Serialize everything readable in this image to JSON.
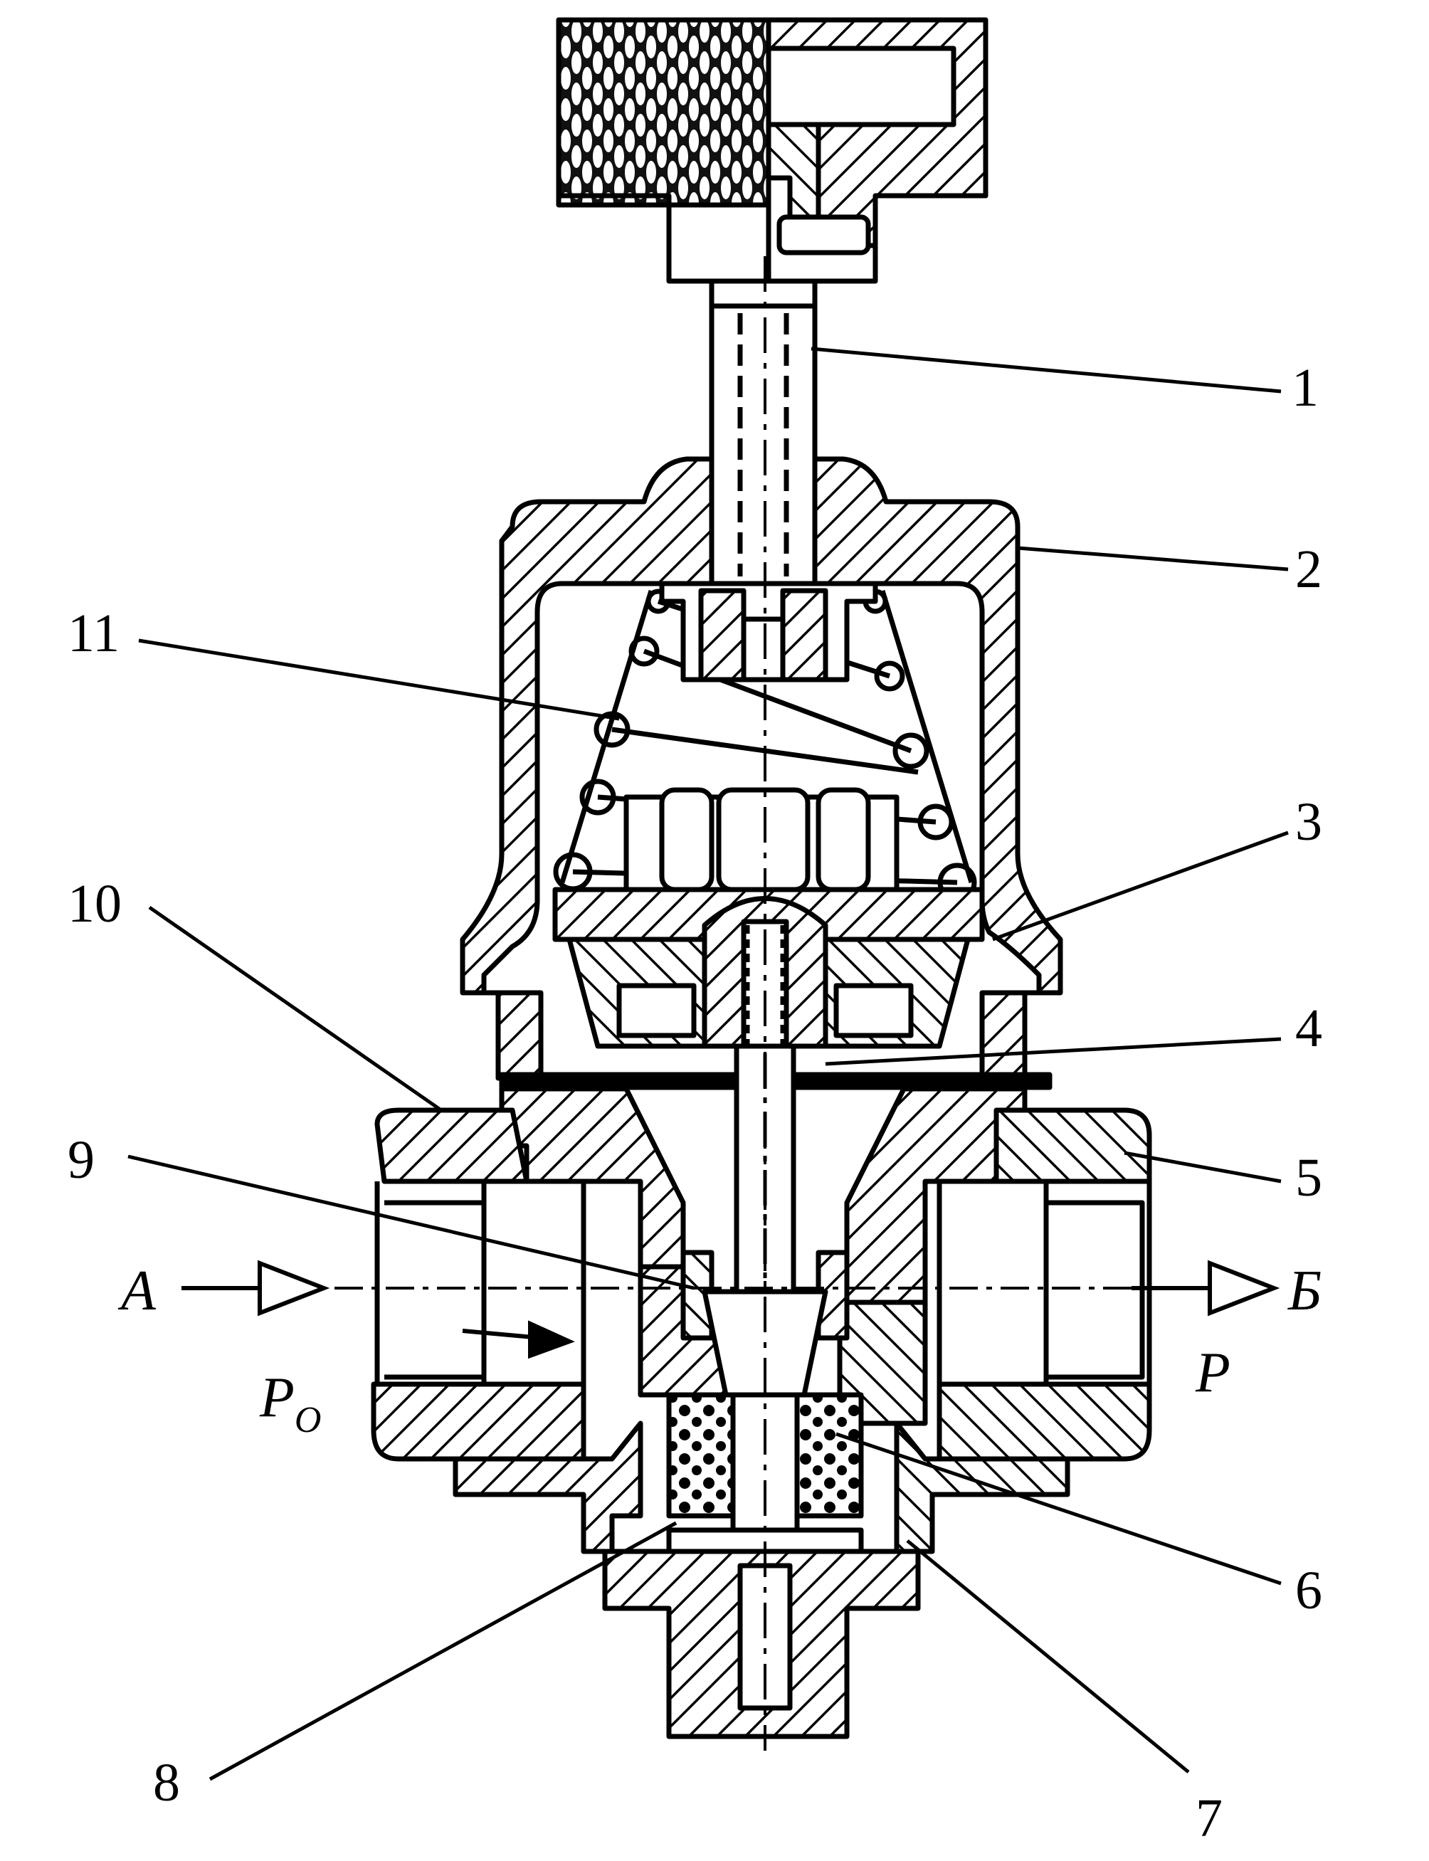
{
  "diagram": {
    "subject": "Cross-section of a pressure reducing valve",
    "part_labels": [
      {
        "key": "1",
        "text": "1"
      },
      {
        "key": "2",
        "text": "2"
      },
      {
        "key": "3",
        "text": "3"
      },
      {
        "key": "4",
        "text": "4"
      },
      {
        "key": "5",
        "text": "5"
      },
      {
        "key": "6",
        "text": "6"
      },
      {
        "key": "7",
        "text": "7"
      },
      {
        "key": "8",
        "text": "8"
      },
      {
        "key": "9",
        "text": "9"
      },
      {
        "key": "10",
        "text": "10"
      },
      {
        "key": "11",
        "text": "11"
      }
    ],
    "flow": {
      "inlet_port": "А",
      "outlet_port": "Б",
      "inlet_pressure": "P",
      "inlet_pressure_sub": "O",
      "outlet_pressure": "P"
    }
  }
}
